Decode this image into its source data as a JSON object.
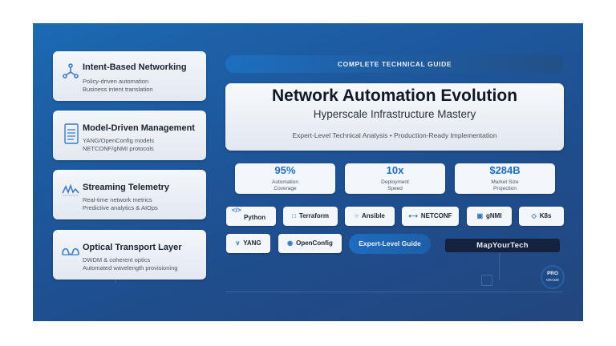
{
  "features": [
    {
      "icon": "network-nodes-icon",
      "title": "Intent-Based Networking",
      "lines": [
        "Policy-driven automation",
        "Business intent translation"
      ]
    },
    {
      "icon": "document-icon",
      "title": "Model-Driven Management",
      "lines": [
        "YANG/OpenConfig models",
        "NETCONF/gNMI protocols"
      ]
    },
    {
      "icon": "waveform-icon",
      "title": "Streaming Telemetry",
      "lines": [
        "Real-time network metrics",
        "Predictive analytics & AIOps"
      ]
    },
    {
      "icon": "optical-wave-icon",
      "title": "Optical Transport Layer",
      "lines": [
        "DWDM & coherent optics",
        "Automated wavelength provisioning"
      ]
    }
  ],
  "header": {
    "pill": "COMPLETE TECHNICAL GUIDE",
    "title": "Network Automation Evolution",
    "subtitle": "Hyperscale Infrastructure Mastery",
    "tagline": "Expert-Level Technical Analysis • Production-Ready Implementation"
  },
  "stats": [
    {
      "value": "95%",
      "label_line1": "Automation",
      "label_line2": "Coverage"
    },
    {
      "value": "10x",
      "label_line1": "Deployment",
      "label_line2": "Speed"
    },
    {
      "value": "$284B",
      "label_line1": "Market Size",
      "label_line2": "Projection"
    }
  ],
  "tech_chips": [
    {
      "icon": "</>",
      "label": "Python"
    },
    {
      "icon": "□",
      "label": "Terraform"
    },
    {
      "icon": "○",
      "label": "Ansible"
    },
    {
      "icon": "⟷",
      "label": "NETCONF"
    },
    {
      "icon": "▣",
      "label": "gNMI"
    },
    {
      "icon": "◇",
      "label": "K8s"
    },
    {
      "icon": "∨",
      "label": "YANG"
    },
    {
      "icon": "◉",
      "label": "OpenConfig"
    }
  ],
  "guide_button": "Expert-Level Guide",
  "brand": "MapYourTech",
  "badge": {
    "line1": "PRO",
    "line2": "GRADE"
  }
}
